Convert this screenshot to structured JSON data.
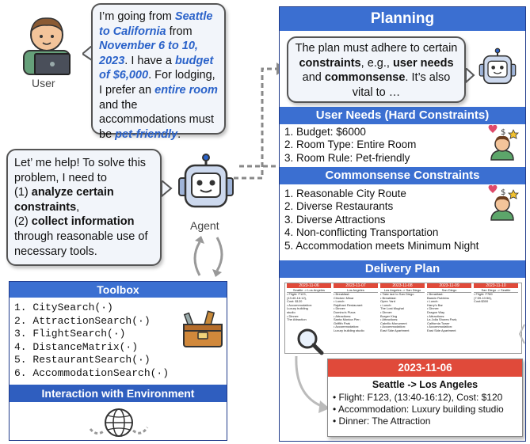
{
  "user": {
    "label": "User"
  },
  "agent": {
    "label": "Agent"
  },
  "user_message": {
    "p1": "I’m going from ",
    "origin_dest": "Seattle to California",
    "p2": " from ",
    "dates": "November 6 to 10, 2023",
    "p3": ". I have a ",
    "budget": "budget of $6,000",
    "p4": ". For lodging, I prefer an ",
    "room": "entire room",
    "p5": " and the accommodations must be ",
    "pet": "pet-friendly",
    "p6": "."
  },
  "agent_message": {
    "p1": "Let’ me help! To solve this problem, I need to",
    "p2": "(1) ",
    "b1": "analyze certain constraints",
    "p3": ",",
    "p4": "(2) ",
    "b2": "collect information",
    "p5": " through reasonable use of necessary tools."
  },
  "planning": {
    "title": "Planning",
    "bubble": {
      "p1": "The plan must adhere to certain ",
      "b1": "constraints",
      "p2": ", e.g., ",
      "b2": "user needs",
      "p3": " and ",
      "b3": "commonsense",
      "p4": ". It’s also vital to …"
    },
    "user_needs_title": "User Needs (Hard Constraints)",
    "user_needs": [
      "1. Budget: $6000",
      "2. Room Type: Entire Room",
      "3. Room Rule: Pet-friendly"
    ],
    "commonsense_title": "Commonsense Constraints",
    "commonsense": [
      "1. Reasonable City Route",
      "2. Diverse Restaurants",
      "3. Diverse Attractions",
      "4. Non-conflicting Transportation",
      "5. Accommodation meets Minimum Night"
    ],
    "delivery_title": "Delivery Plan"
  },
  "delivery_days": [
    {
      "date": "2023-11-06",
      "route": "Seattle -> Los Angeles",
      "lines": [
        "• Flight: F123,",
        "  (13:40-16:12),",
        "  Cost: $120",
        "• Accommodation:",
        "  Luxury building",
        "  studio",
        "• Dinner:",
        "  The Attraction"
      ]
    },
    {
      "date": "2023-11-07",
      "route": "Los Angeles",
      "lines": [
        "• Breakfast:",
        "  Chicken Minar",
        "• Lunch:",
        "  Rajdhani Restaurant",
        "• Dinner:",
        "  Domino's Pizza",
        "• Attractions:",
        "  Santa Monica Pier;",
        "  Griffith Park",
        "• Accommodation:",
        "  Luxury building studio"
      ]
    },
    {
      "date": "2023-11-08",
      "route": "Los Angeles -> San Diego",
      "lines": [
        "• Take taxi to San Diego",
        "• Breakfast:",
        "  Open Yard",
        "• Lunch:",
        "  The Lost Mughal",
        "• Dinner:",
        "  Burger King",
        "• Attractions:",
        "  Cabrillo Monument",
        "• Accommodation:",
        "  East Side Apartment"
      ]
    },
    {
      "date": "2023-11-09",
      "route": "San Diego",
      "lines": [
        "• Breakfast:",
        "  Baskin Robbins",
        "• Lunch:",
        "  Harry's Bar",
        "• Dinner:",
        "  Dragon Way",
        "• Attractions:",
        "  La Jolla Shores Park;",
        "  California Tower",
        "• Accommodation:",
        "  East Side Apartment"
      ]
    },
    {
      "date": "2023-11-10",
      "route": "San Diego -> Seattle",
      "lines": [
        "• Flight: F789",
        "  (7:59-10:56),",
        "  Cost:$300"
      ]
    }
  ],
  "detail": {
    "date": "2023-11-06",
    "route": "Seattle -> Los Angeles",
    "items": [
      "• Flight: F123, (13:40-16:12), Cost: $120",
      "• Accommodation: Luxury building studio",
      "• Dinner: The Attraction"
    ]
  },
  "toolbox": {
    "title": "Toolbox",
    "tools": [
      "1. CitySearch(·)",
      "2. AttractionSearch(·)",
      "3. FlightSearch(·)",
      "4. DistanceMatrix(·)",
      "5. RestaurantSearch(·)",
      "6. AccommodationSearch(·)"
    ],
    "interaction_title": "Interaction with Environment"
  },
  "colors": {
    "header": "#3b6fd1",
    "highlight": "#2a62c9",
    "date_header": "#e04a3a",
    "panel_border": "#1f3a8a"
  },
  "icons": [
    "user-at-laptop-icon",
    "robot-icon",
    "person-with-idea-icon",
    "toolbox-icon",
    "globe-icon",
    "magnifier-icon"
  ]
}
